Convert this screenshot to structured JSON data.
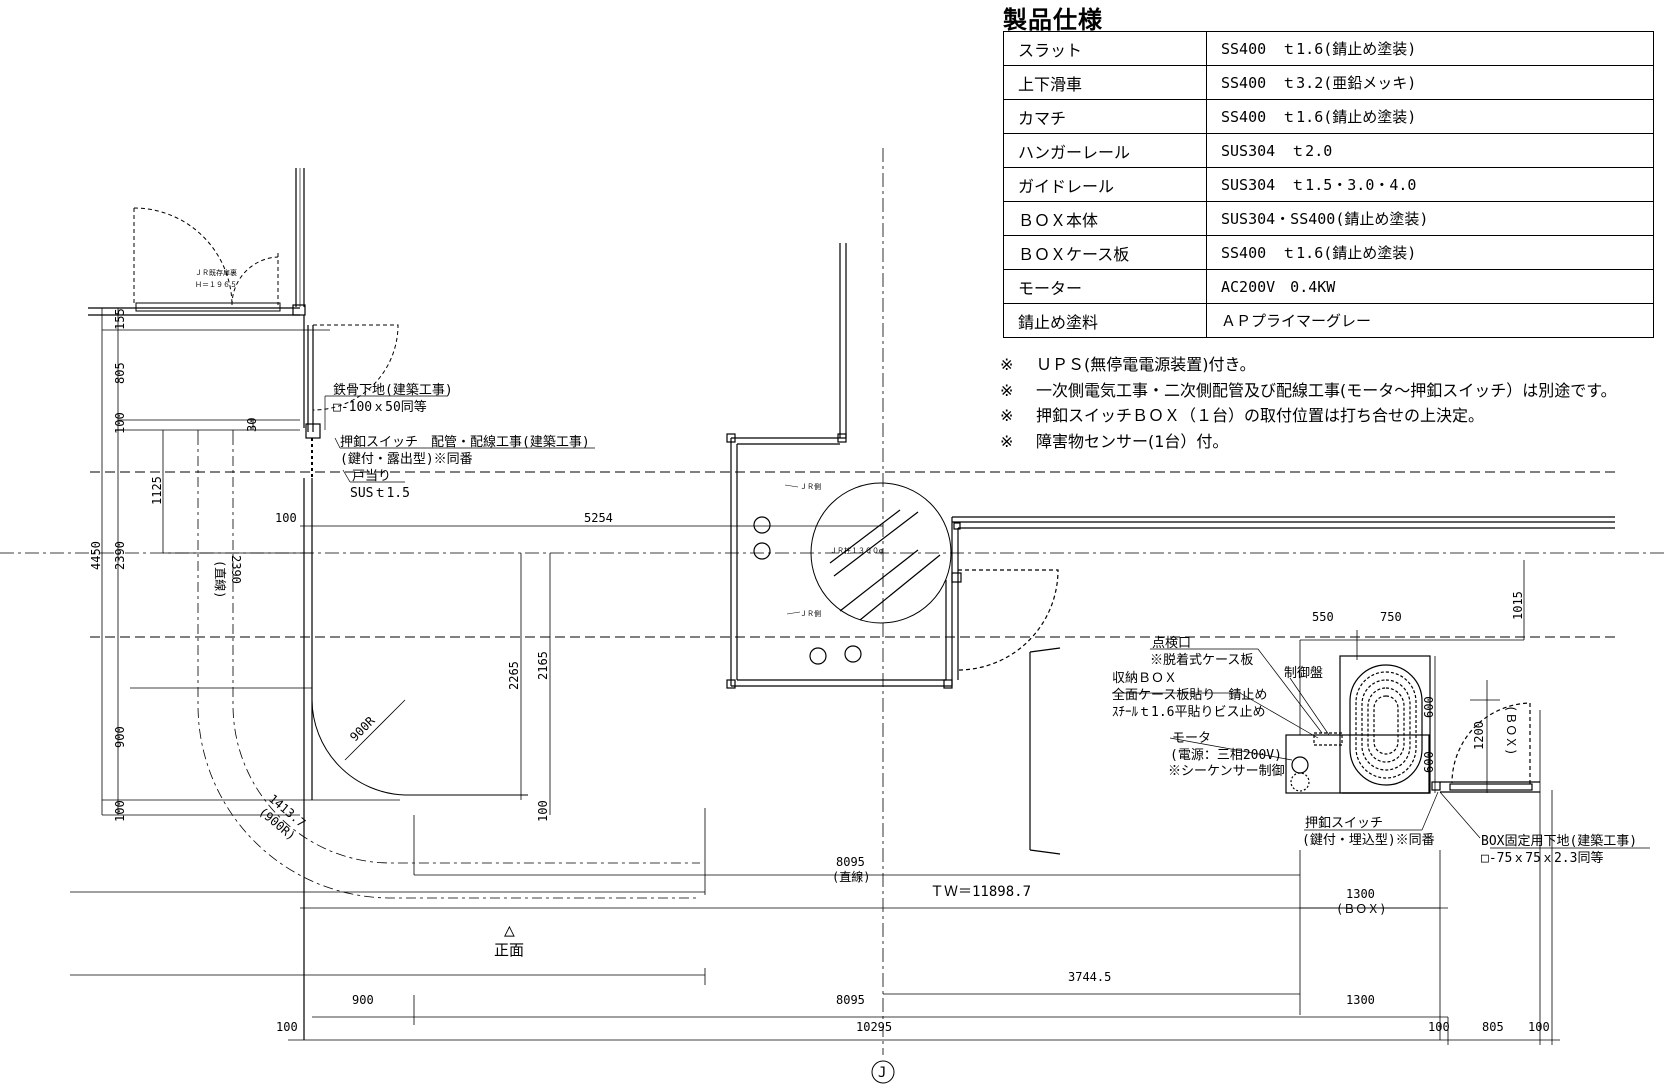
{
  "spec": {
    "title": "製品仕様",
    "rows": [
      {
        "name": "スラット",
        "value": "SS400　ｔ1.6(錆止め塗装)"
      },
      {
        "name": "上下滑車",
        "value": "SS400　ｔ3.2(亜鉛メッキ)"
      },
      {
        "name": "カマチ",
        "value": "SS400　ｔ1.6(錆止め塗装)"
      },
      {
        "name": "ハンガーレール",
        "value": "SUS304　ｔ2.0"
      },
      {
        "name": "ガイドレール",
        "value": "SUS304　ｔ1.5・3.0・4.0"
      },
      {
        "name": "ＢＯＸ本体",
        "value": "SUS304・SS400(錆止め塗装)"
      },
      {
        "name": "ＢＯＸケース板",
        "value": "SS400　ｔ1.6(錆止め塗装)"
      },
      {
        "name": "モーター",
        "value": "AC200V　0.4KW"
      },
      {
        "name": "錆止め塗料",
        "value": "ＡＰプライマーグレー"
      }
    ],
    "notes": [
      {
        "mark": "※",
        "text": "ＵＰＳ(無停電電源装置)付き。"
      },
      {
        "mark": "※",
        "text": "一次側電気工事・二次側配管及び配線工事(モータ～押釦スイッチ）は別途です。"
      },
      {
        "mark": "※",
        "text": "押釦スイッチＢＯＸ（１台）の取付位置は打ち合せの上決定。"
      },
      {
        "mark": "※",
        "text": "障害物センサー(1台）付。"
      }
    ]
  },
  "labels": {
    "steel_base": "鉄骨下地(建築工事)",
    "steel_base_size": "□-100ｘ50同等",
    "push_switch": "押釦スイッチ　配管・配線工事(建築工事)",
    "push_switch_type": "(鍵付・露出型)※同番",
    "door_stop": "戸当り",
    "door_stop_spec": "SUSｔ1.5",
    "inspection": "点検口",
    "removable_case": "※脱着式ケース板",
    "storage_box": "収納ＢＯＸ",
    "storage_box_case": "全面ケース板貼り　錆止め",
    "storage_box_screw": "ｽﾁｰﾙｔ1.6平貼りビス止め",
    "control_panel": "制御盤",
    "motor": "モータ",
    "motor_power": "(電源：三相200V)",
    "motor_control": "※シーケンサー制御",
    "push_switch2": "押釦スイッチ",
    "push_switch2_type": "(鍵付・埋込型)※同番",
    "box_base": "BOX固定用下地(建築工事)",
    "box_base_size": "□-75ｘ75ｘ2.3同等",
    "jr_existing": "ＪＲ既存扉裏",
    "jr_height": "Ｈ＝１９６５",
    "jr_side": "ＪＲ側",
    "jr_column": "ＪＲ柱１３００φ",
    "front": "正面",
    "front_mark": "△",
    "axis": "J",
    "tw": "ＴＷ＝11898.7",
    "straight": "(直線)",
    "straight_v": "(直線)",
    "box": "(ＢＯＸ)",
    "box_v": "(ＢＯＸ)"
  },
  "dims": {
    "d155": "155",
    "d805": "805",
    "d100a": "100",
    "d30": "30",
    "d1125": "1125",
    "d2390": "2390",
    "d2390b": "2390",
    "d4450": "4450",
    "d900": "900",
    "d100b": "100",
    "d100c": "100",
    "d5254": "5254",
    "d2265": "2265",
    "d2165": "2165",
    "d100d": "100",
    "r900": "900R",
    "r900b": "(900R)",
    "d1413": "1413.7",
    "d550": "550",
    "d750": "750",
    "d1015": "1015",
    "d600a": "600",
    "d1200": "1200",
    "d600b": "600",
    "d8095a": "8095",
    "d1300a": "1300",
    "d3744": "3744.5",
    "d900b": "900",
    "d8095b": "8095",
    "d1300b": "1300",
    "d100e": "100",
    "d10295": "10295",
    "d100f": "100",
    "d805b": "805",
    "d100g": "100"
  }
}
